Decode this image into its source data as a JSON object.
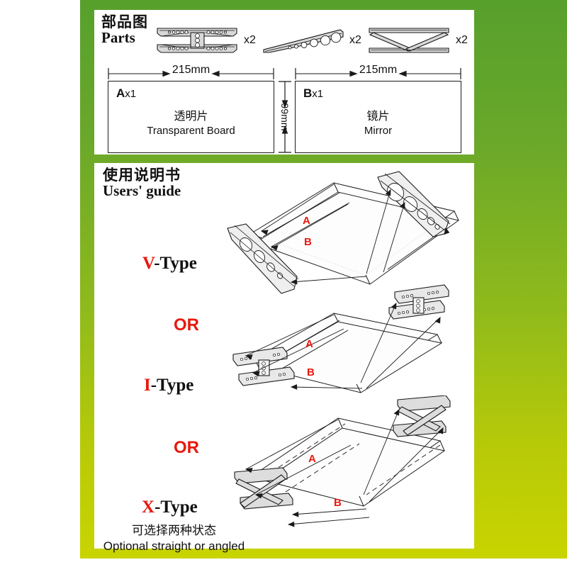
{
  "frame": {
    "accent_top": "#57a02c",
    "accent_bottom": "#c9d400"
  },
  "parts_panel": {
    "title_cn": "部品图",
    "title_en": "Parts",
    "parts": [
      {
        "icon": "i-bracket-icon",
        "qty": "x2"
      },
      {
        "icon": "wedge-bracket-icon",
        "qty": "x2"
      },
      {
        "icon": "x-brace-icon",
        "qty": "x2"
      }
    ],
    "dimension_left": "215mm",
    "dimension_right": "215mm",
    "dimension_height": "99mm",
    "boards": [
      {
        "code_letter": "A",
        "code_qty": "x1",
        "name_cn": "透明片",
        "name_en": "Transparent Board"
      },
      {
        "code_letter": "B",
        "code_qty": "x1",
        "name_cn": "镜片",
        "name_en": "Mirror"
      }
    ]
  },
  "guide_panel": {
    "title_cn": "使用说明书",
    "title_en": "Users' guide",
    "options": [
      {
        "highlight": "V",
        "rest": "-Type"
      },
      {
        "highlight": "I",
        "rest": "-Type"
      },
      {
        "highlight": "X",
        "rest": "-Type"
      }
    ],
    "or_label_1": "OR",
    "or_label_2": "OR",
    "note_cn": "可选择两种状态",
    "note_en": "Optional straight or angled",
    "callouts": {
      "a": "A",
      "b": "B"
    }
  }
}
